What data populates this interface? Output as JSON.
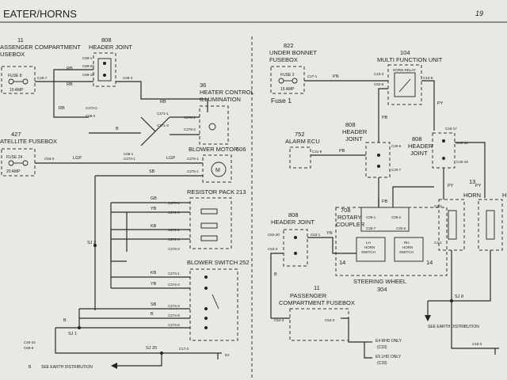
{
  "header": {
    "title": "EATER/HORNS",
    "page_number": "19"
  },
  "left": {
    "pass_fusebox": {
      "number": "11",
      "line1": "ASSENGER COMPARTMENT",
      "line2": "USEBOX",
      "fuse_label": "FUSE 8",
      "fuse_rating": "10 AMP",
      "pin": "C49-7"
    },
    "header_joint_808": {
      "number": "808",
      "label": "HEADER JOINT",
      "pins": [
        "C69-1",
        "C69-20",
        "C69-19",
        "C69-3"
      ]
    },
    "heater_control": {
      "number": "36",
      "line1": "HEATER CONTROL",
      "line2": "ILLUMINATION",
      "pins": [
        "C271-1",
        "C271-3",
        "C278-1",
        "C278-4"
      ]
    },
    "sat_fusebox": {
      "number": "427",
      "label": "ATELLITE FUSEBOX",
      "fuse_label": "FUSE 24",
      "fuse_rating": "20 AMP",
      "pin": "C59-3"
    },
    "blower_motor": {
      "label": "BLOWER MOTOR",
      "number": "606",
      "pins": [
        "C68-1",
        "C273-1",
        "C275-1",
        "C275-1"
      ]
    },
    "resistor_pack": {
      "label": "RESISTOR PACK",
      "number": "213",
      "pins": [
        "C270-1",
        "C272-5",
        "C272-2",
        "C272-4",
        "C272-3"
      ]
    },
    "blower_switch": {
      "label": "BLOWER SWITCH",
      "number": "252",
      "pins": [
        "C274-1",
        "C274-2",
        "C274-3",
        "C274-5",
        "C274-6"
      ]
    },
    "other_pins": [
      "C273-2",
      "C68-2",
      "C40-24",
      "C68-5",
      "C17-2"
    ],
    "wires": {
      "rb": "RB",
      "b": "B",
      "lgp": "LGP",
      "sb": "SB",
      "gb": "GB",
      "yb": "YB",
      "kb": "KB",
      "sj3": "SJ 3",
      "sj1": "SJ 1",
      "sj20": "SJ 20"
    },
    "earth_note": "SEE EARTH DISTRIBUTION",
    "earth_code": "E2"
  },
  "right": {
    "under_bonnet": {
      "number": "822",
      "line1": "UNDER BONNET",
      "line2": "FUSEBOX",
      "fuse_label": "FUSE 2",
      "fuse_rating": "15 AMP",
      "pin": "C27-1",
      "caption": "Fuse 1"
    },
    "multi_function": {
      "number": "104",
      "label": "MULTI FUNCTION UNIT",
      "relay": "HORN RELAY",
      "pins": [
        "C10-3",
        "C62-6",
        "C10-8"
      ]
    },
    "alarm_ecu": {
      "number": "752",
      "label": "ALARM ECU",
      "pin": "C31-9"
    },
    "header_joint_808_mid": {
      "number": "808",
      "line1": "HEADER",
      "line2": "JOINT",
      "pins": [
        "C40-6",
        "C40-7"
      ]
    },
    "header_joint_808_right": {
      "number": "808",
      "line1": "HEADER",
      "line2": "JOINT",
      "pins": [
        "C40-17",
        "C40-18",
        "C40-19"
      ]
    },
    "rotary_coupler": {
      "number": "708",
      "line1": "ROTARY",
      "line2": "COUPLER",
      "pins": [
        "C25-1",
        "C25-2",
        "C26-7",
        "C26-6"
      ]
    },
    "lh_horn_switch": {
      "line1": "LH",
      "line2": "HORN",
      "line3": "SWITCH",
      "number": "14"
    },
    "rh_horn_switch": {
      "line1": "RH",
      "line2": "HORN",
      "line3": "SWITCH",
      "number": "14"
    },
    "steering_wheel": {
      "label": "STEERING WHEEL",
      "number": "304"
    },
    "header_joint_808_low": {
      "number": "808",
      "label": "HEADER JOINT",
      "pins": [
        "C62-20",
        "C63-3",
        "C63-1"
      ]
    },
    "horn": {
      "number": "13",
      "label": "HORN",
      "pins": [
        "C4-2",
        "C4-1"
      ],
      "partial": "H"
    },
    "pass_fusebox2": {
      "number": "11",
      "line1": "PASSENGER",
      "line2": "COMPARTMENT FUSEBOX",
      "pins": [
        "C54-3",
        "C53-3"
      ]
    },
    "rhd_note": "E4 RHD ONLY",
    "rhd_code": "(C33)",
    "lhd_note": "E5 LHD ONLY",
    "lhd_code": "(C33)",
    "sj8": "SJ 8",
    "earth_note": "SEE EARTH DISTRIBUTION",
    "earth_code": "C18-3",
    "wires": {
      "pn": "PN",
      "pb": "PB",
      "py": "PY",
      "yn": "YN",
      "b": "B"
    }
  }
}
